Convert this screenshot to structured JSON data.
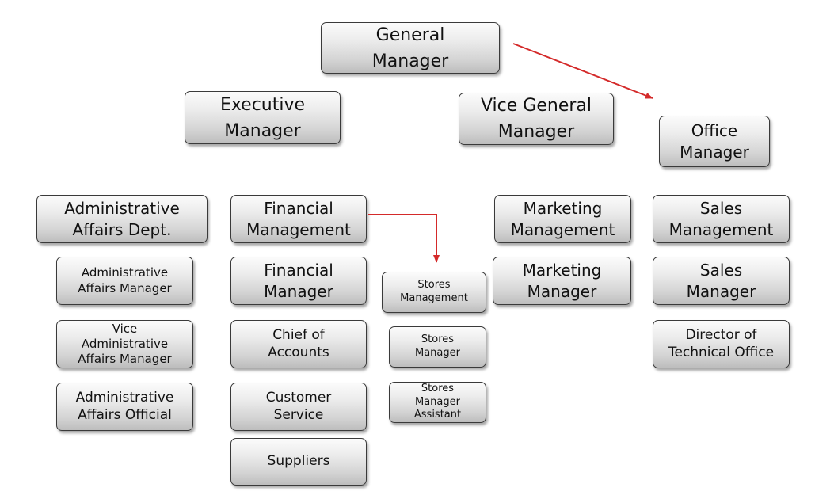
{
  "colors": {
    "arrow": "#d42a2a",
    "box_border": "#3a3a3a"
  },
  "boxes": {
    "general_manager": "General\nManager",
    "executive_manager": "Executive\nManager",
    "vice_general_manager": "Vice General\nManager",
    "office_manager": "Office\nManager",
    "administrative_affairs_dept": "Administrative\nAffairs Dept.",
    "administrative_affairs_manager": "Administrative\nAffairs Manager",
    "vice_administrative_affairs_manager": "Vice\nAdministrative\nAffairs Manager",
    "administrative_affairs_official": "Administrative\nAffairs Official",
    "financial_management": "Financial\nManagement",
    "financial_manager": "Financial\nManager",
    "chief_of_accounts": "Chief of\nAccounts",
    "customer_service": "Customer\nService",
    "suppliers": "Suppliers",
    "stores_management": "Stores\nManagement",
    "stores_manager": "Stores\nManager",
    "stores_manager_assistant": "Stores\nManager\nAssistant",
    "marketing_management": "Marketing\nManagement",
    "marketing_manager": "Marketing\nManager",
    "sales_management": "Sales\nManagement",
    "sales_manager": "Sales\nManager",
    "director_of_technical_office": "Director of\nTechnical Office"
  }
}
